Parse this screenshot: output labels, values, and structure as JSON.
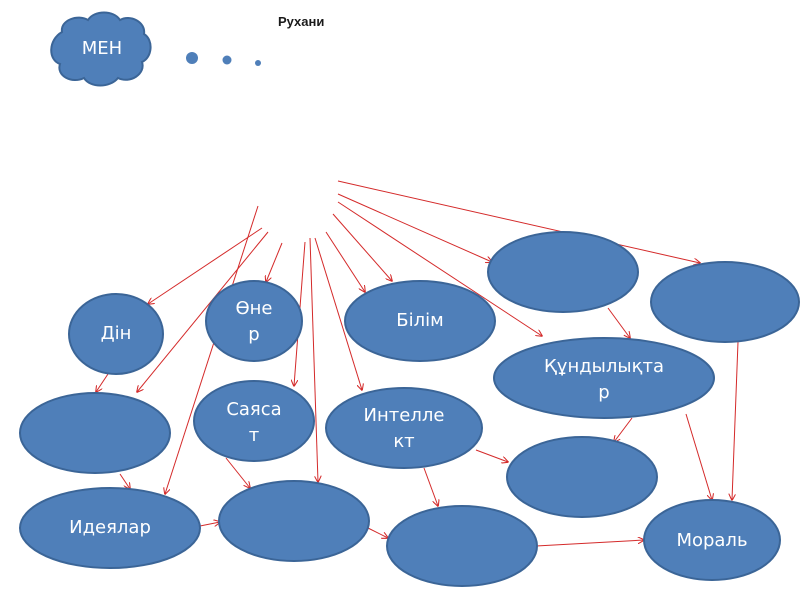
{
  "title": "Рухани",
  "self": {
    "label": "МЕН"
  },
  "colors": {
    "node_fill": "#4f7fb9",
    "node_stroke": "#3b6597",
    "arrow": "#d42a2a",
    "text": "#ffffff"
  },
  "nodes": {
    "din": {
      "label": "Дін"
    },
    "oner": {
      "label": "Өне\nр"
    },
    "bilim": {
      "label": "Білім"
    },
    "top_right_a": {
      "label": ""
    },
    "top_right_b": {
      "label": ""
    },
    "left_blank": {
      "label": ""
    },
    "sayasat": {
      "label": "Саяса\nт"
    },
    "intellekt": {
      "label": "Интелле\nкт"
    },
    "kundylyktar": {
      "label": "Құндылықта\nр"
    },
    "mid_right_blank": {
      "label": ""
    },
    "idealar": {
      "label": "Идеялар"
    },
    "bottom_mid_a": {
      "label": ""
    },
    "bottom_mid_b": {
      "label": ""
    },
    "moral": {
      "label": "Мораль"
    }
  }
}
